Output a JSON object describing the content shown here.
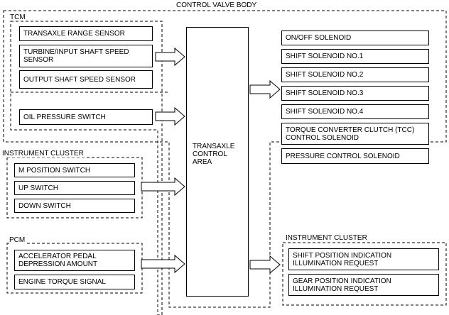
{
  "colors": {
    "line": "#000000",
    "background": "#ffffff"
  },
  "labels": {
    "control_valve_body": "CONTROL VALVE BODY",
    "tcm": "TCM",
    "instrument_cluster_input": "INSTRUMENT CLUSTER",
    "pcm": "PCM",
    "instrument_cluster_output": "INSTRUMENT CLUSTER",
    "transaxle_control_area": "TRANSAXLE\nCONTROL\nAREA"
  },
  "inputs": {
    "tcm": [
      "TRANSAXLE RANGE SENSOR",
      "TURBINE/INPUT SHAFT SPEED\nSENSOR",
      "OUTPUT SHAFT SPEED SENSOR"
    ],
    "oil_pressure_switch": "OIL PRESSURE SWITCH",
    "instrument_cluster": [
      "M POSITION SWITCH",
      "UP SWITCH",
      "DOWN SWITCH"
    ],
    "pcm": [
      "ACCELERATOR PEDAL\nDEPRESSION AMOUNT",
      "ENGINE TORQUE SIGNAL"
    ]
  },
  "outputs": {
    "solenoids": [
      "ON/OFF SOLENOID",
      "SHIFT SOLENOID NO.1",
      "SHIFT SOLENOID NO.2",
      "SHIFT SOLENOID NO.3",
      "SHIFT SOLENOID NO.4",
      "TORQUE CONVERTER CLUTCH (TCC)\nCONTROL SOLENOID",
      "PRESSURE CONTROL SOLENOID"
    ],
    "instrument_cluster": [
      "SHIFT POSITION INDICATION\nILLUMINATION REQUEST",
      "GEAR POSITION INDICATION\nILLUMINATION REQUEST"
    ]
  }
}
